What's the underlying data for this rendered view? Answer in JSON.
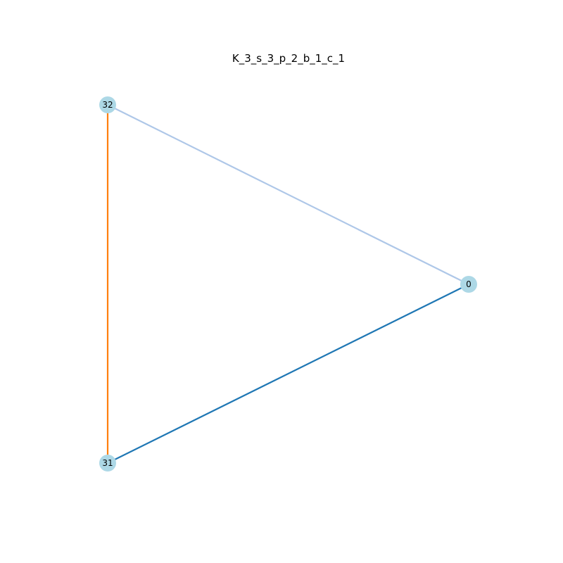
{
  "title": "K_3_s_3_p_2_b_1_c_1",
  "node_color": "#add8e6",
  "nodes": [
    {
      "id": "32",
      "label": "32"
    },
    {
      "id": "0",
      "label": "0"
    },
    {
      "id": "31",
      "label": "31"
    }
  ],
  "edges": [
    {
      "source": "32",
      "target": "0",
      "color": "#aec7e8"
    },
    {
      "source": "0",
      "target": "31",
      "color": "#1f77b4"
    },
    {
      "source": "32",
      "target": "31",
      "color": "#ff7f0e"
    }
  ]
}
